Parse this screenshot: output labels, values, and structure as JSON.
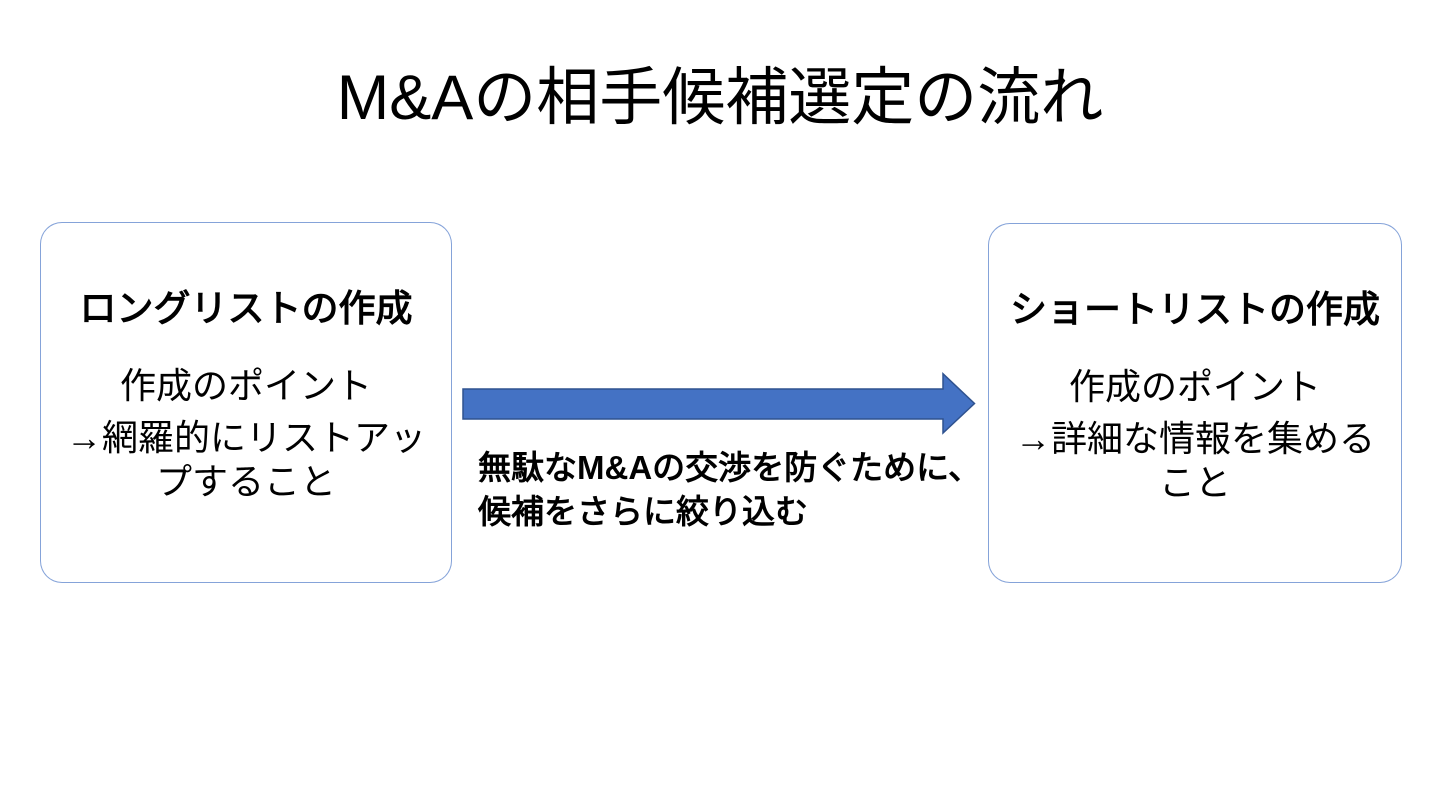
{
  "slide": {
    "title": "M&Aの相手候補選定の流れ"
  },
  "boxes": [
    {
      "id": "long-list",
      "heading": "ロングリストの作成",
      "point_label": "作成のポイント",
      "detail_lines": [
        "→網羅的にリストアッ",
        "プすること"
      ]
    },
    {
      "id": "short-list",
      "heading": "ショートリストの作成",
      "point_label": "作成のポイント",
      "detail_lines": [
        "→詳細な情報を集める",
        "こと"
      ]
    }
  ],
  "arrow": {
    "direction": "right",
    "fill": "#4472C4",
    "outline": "#2F528F",
    "label_lines": [
      "無駄なM&Aの交渉を防ぐために、",
      "候補をさらに絞り込む"
    ]
  },
  "colors": {
    "accent": "#4472C4",
    "box_border": "#4472C4",
    "text": "#000000",
    "background": "#FFFFFF"
  }
}
